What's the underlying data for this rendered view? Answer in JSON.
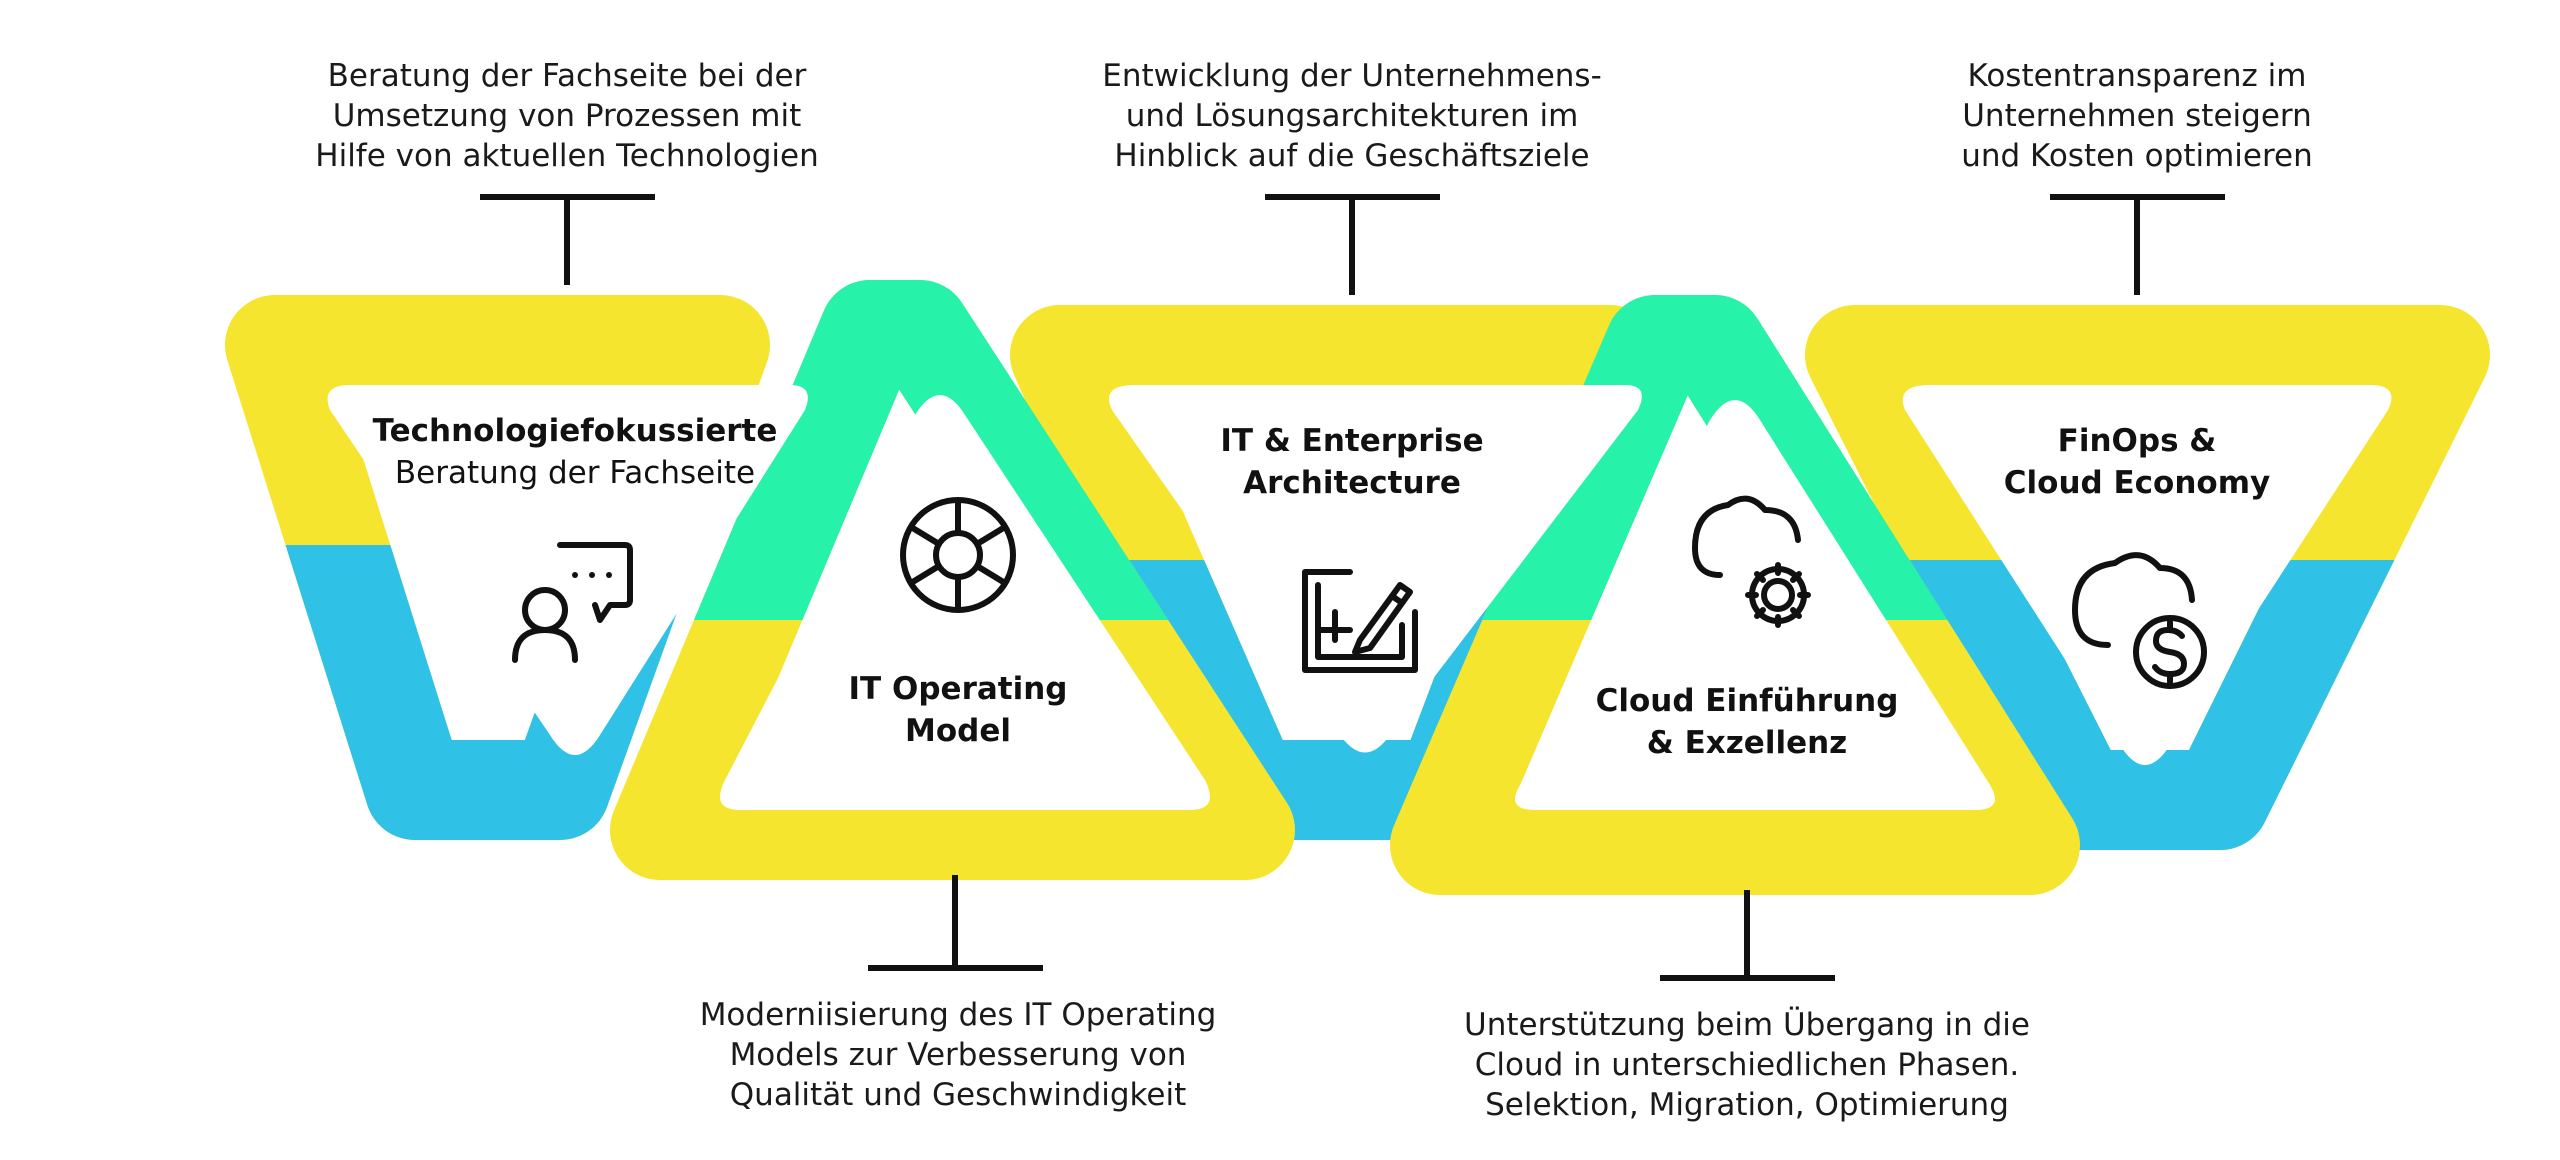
{
  "colors": {
    "yellow": "#F5E52E",
    "green": "#26F2A9",
    "blue": "#2FC2E6",
    "ink": "#111111"
  },
  "steps": [
    {
      "title_lines": [
        "Technologiefokussierte",
        "Beratung der  Fachseite"
      ],
      "icon": "consultant-chat-icon",
      "description_lines": [
        "Beratung der Fachseite bei der",
        "Umsetzung von Prozessen mit",
        "Hilfe von aktuellen Technologien"
      ]
    },
    {
      "title_lines": [
        "IT Operating",
        "Model"
      ],
      "icon": "aperture-icon",
      "description_lines": [
        "Moderniisierung des IT Operating",
        "Models zur Verbesserung von",
        "Qualität und Geschwindigkeit"
      ]
    },
    {
      "title_lines": [
        "IT & Enterprise",
        "Architecture"
      ],
      "icon": "blueprint-edit-icon",
      "description_lines": [
        "Entwicklung der Unternehmens-",
        "und Lösungsarchitekturen im",
        "Hinblick auf die Geschäftsziele"
      ]
    },
    {
      "title_lines": [
        "Cloud Einführung",
        "& Exzellenz"
      ],
      "icon": "cloud-gear-icon",
      "description_lines": [
        "Unterstützung beim Übergang in die",
        "Cloud in unterschiedlichen Phasen.",
        "Selektion, Migration, Optimierung"
      ]
    },
    {
      "title_lines": [
        "FinOps &",
        "Cloud Economy"
      ],
      "icon": "cloud-dollar-icon",
      "description_lines": [
        "Kostentransparenz im",
        "Unternehmen steigern",
        "und Kosten optimieren"
      ]
    }
  ]
}
